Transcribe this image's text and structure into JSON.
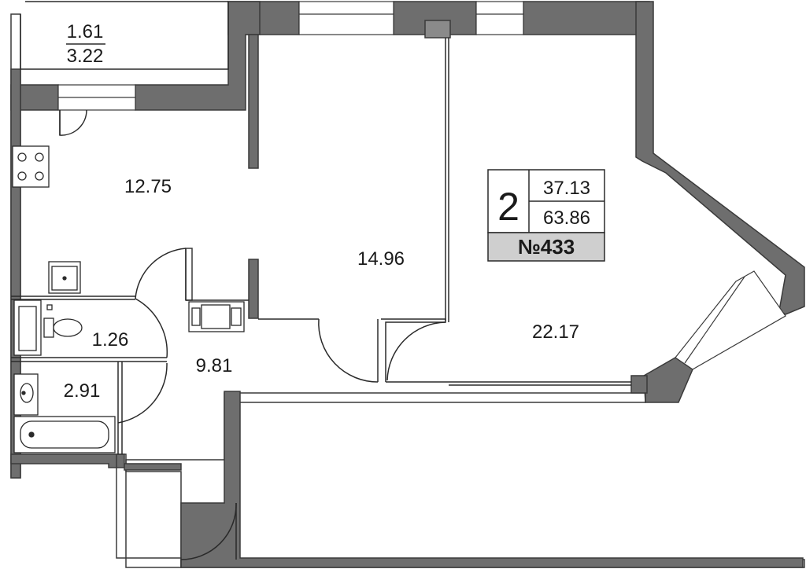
{
  "balcony": {
    "area_1": "1.61",
    "area_2": "3.22"
  },
  "rooms": {
    "kitchen": "12.75",
    "bedroom": "14.96",
    "living_room": "22.17",
    "hall": "9.81",
    "toilet": "1.26",
    "bathroom": "2.91"
  },
  "summary": {
    "room_count": "2",
    "living_area": "37.13",
    "total_area": "63.86",
    "apartment_number": "№433"
  },
  "colors": {
    "wall": "#6e6e6e",
    "wall_outline": "#3a3a3a",
    "badge": "#cfcfcf",
    "line": "#2a2a2a"
  }
}
